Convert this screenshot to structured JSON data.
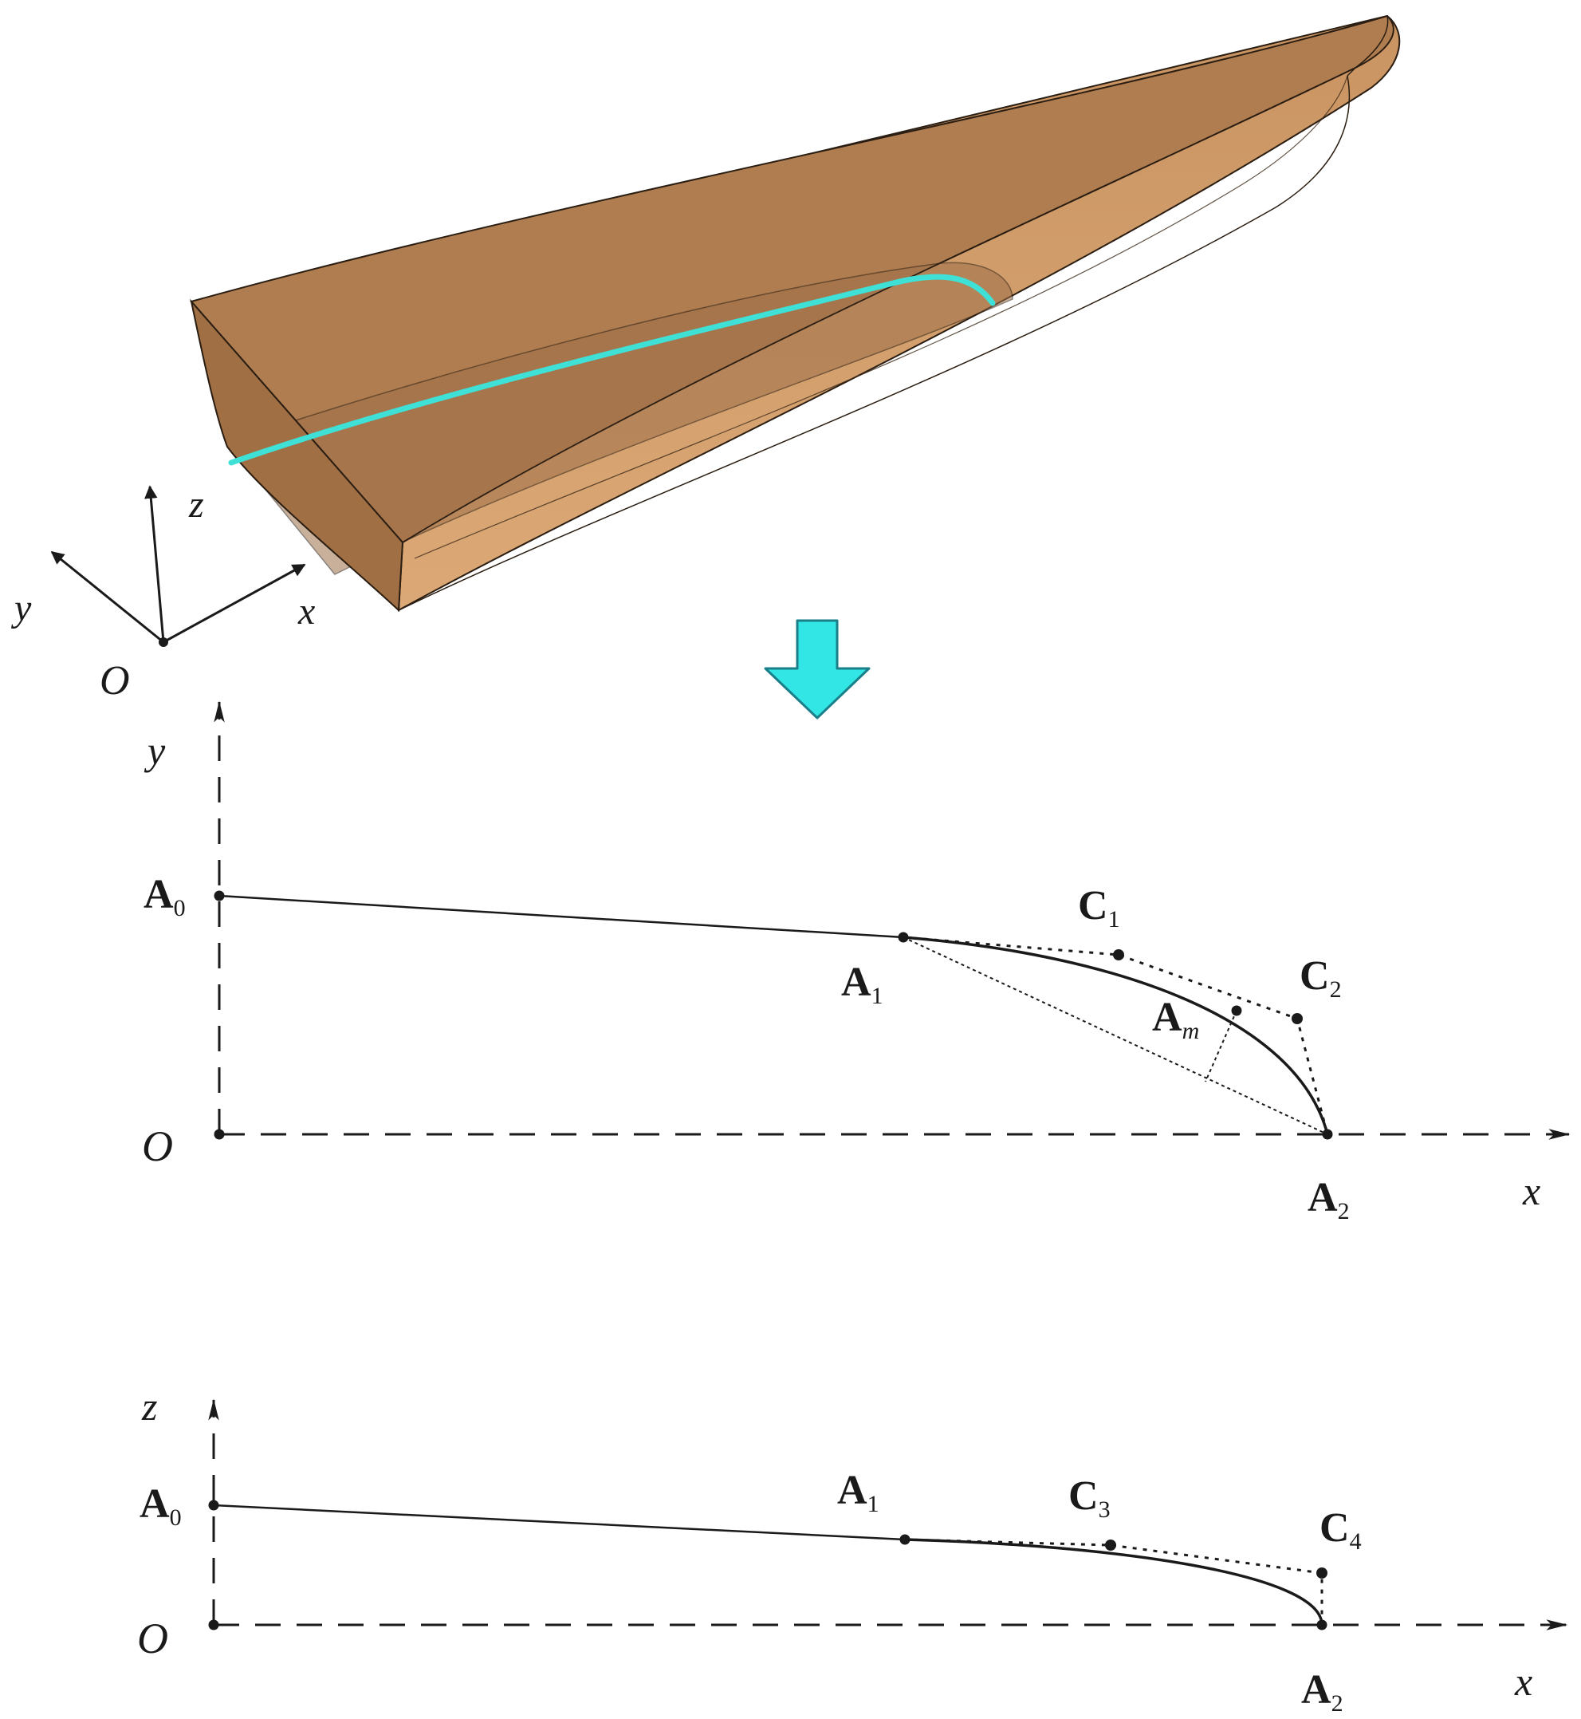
{
  "colors": {
    "hull_light": "#d7a36e",
    "hull_mid": "#c28a55",
    "hull_dark": "#a8764b",
    "deck": "#b07d50",
    "edge": "#2a1d12",
    "stern_dark": "#95683f",
    "centerline_curve": "#3fe0d6",
    "arrow_fill": "#33e6e6",
    "arrow_stroke": "#1a7f88",
    "ink": "#1a1a1a"
  },
  "hull_view": {
    "axes": {
      "origin": "O",
      "x": "x",
      "y": "y",
      "z": "z"
    }
  },
  "transition_arrow": {
    "icon": "down-arrow-icon"
  },
  "xy_plane": {
    "axes": {
      "origin": "O",
      "x": "x",
      "y": "y"
    },
    "points": {
      "A0": {
        "base": "A",
        "sub": "0"
      },
      "A1": {
        "base": "A",
        "sub": "1"
      },
      "A2": {
        "base": "A",
        "sub": "2"
      },
      "Am": {
        "base": "A",
        "sub": "m"
      },
      "C1": {
        "base": "C",
        "sub": "1"
      },
      "C2": {
        "base": "C",
        "sub": "2"
      }
    }
  },
  "xz_plane": {
    "axes": {
      "origin": "O",
      "x": "x",
      "z": "z"
    },
    "points": {
      "A0": {
        "base": "A",
        "sub": "0"
      },
      "A1": {
        "base": "A",
        "sub": "1"
      },
      "A2": {
        "base": "A",
        "sub": "2"
      },
      "C3": {
        "base": "C",
        "sub": "3"
      },
      "C4": {
        "base": "C",
        "sub": "4"
      }
    }
  }
}
